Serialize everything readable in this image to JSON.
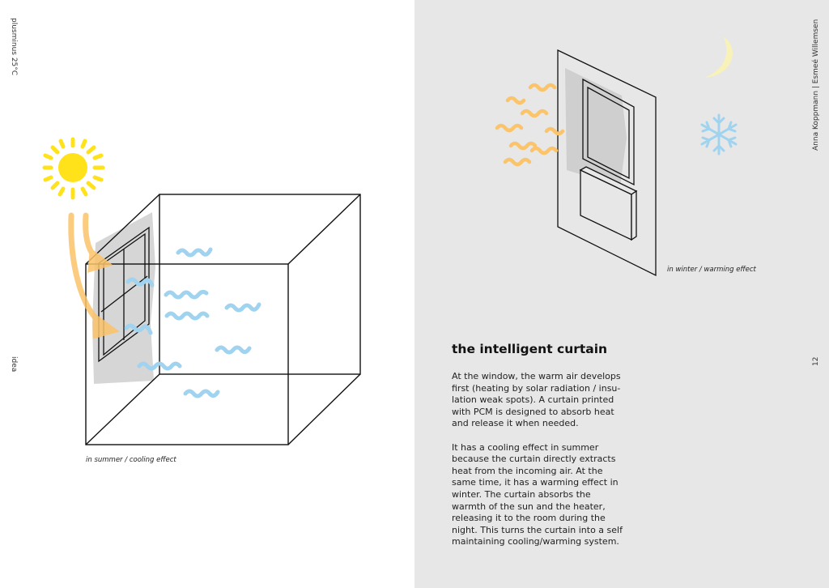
{
  "left_page": {
    "running_head": "plusminus 25°C",
    "section_label": "idea",
    "caption": "in summer / cooling effect"
  },
  "right_page": {
    "authors": "Anna Koppmann | Esmeé Willemsen",
    "page_number": "12",
    "caption": "in winter / warming effect",
    "title": "the intelligent curtain",
    "paragraphs": [
      "At the window, the warm air develops first (heating by solar radiation / insu-lation weak spots). A curtain printed with PCM is designed to absorb heat and release it when needed.",
      "It has a cooling effect in summer because the curtain directly extracts heat from the incoming air. At the same time, it has a warming effect in winter.  The curtain absorbs the warmth of the sun and the heater, releasing it to the room during the night. This turns the curtain into a self maintaining cooling/warming system."
    ]
  },
  "colors": {
    "sun": "#ffe21a",
    "warm": "#fbc46a",
    "cool": "#9fd3ef",
    "curtain": "#d3d3d3",
    "right_bg": "#e7e7e7",
    "moon": "#f8f2b8"
  }
}
